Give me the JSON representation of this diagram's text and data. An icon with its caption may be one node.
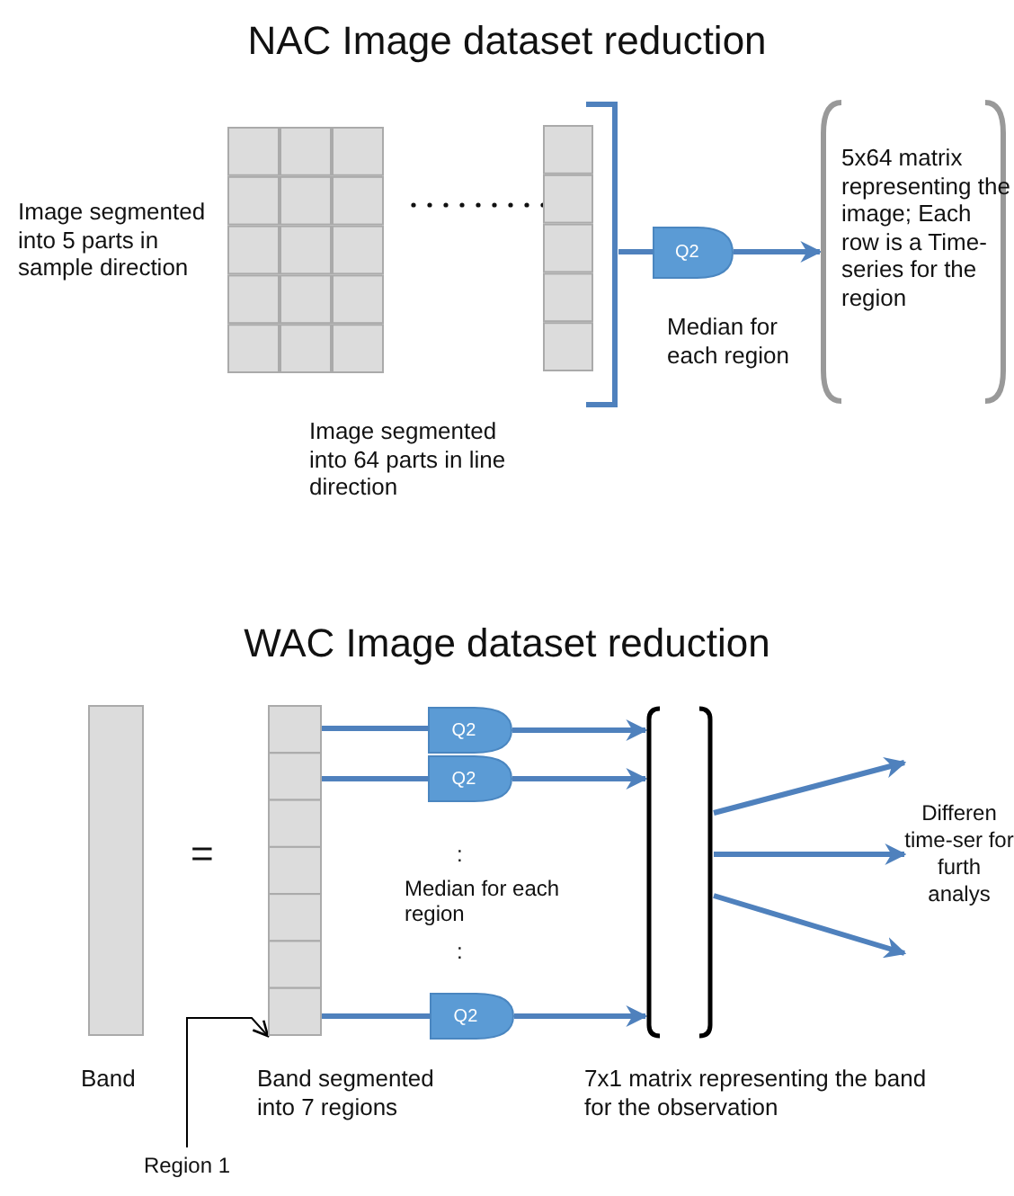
{
  "diagram": {
    "nodes": [
      {
        "text": [],
        "shape": "bar"
      },
      {
        "text": [
          "Q2"
        ]
      },
      {
        "text": [
          "5x64 matrix representing the image; Each row is a Time-series for the region"
        ]
      },
      {
        "text": [],
        "shape": "bar",
        "beside": [
          "Band"
        ]
      },
      {
        "text": [],
        "shape": "bar",
        "beside": [
          "Band segmented into 7 regions"
        ]
      },
      {
        "text": [
          "Q2"
        ]
      },
      {
        "text": [
          "Q2"
        ]
      },
      {
        "text": [
          "Q2"
        ]
      },
      {
        "text": [],
        "shape": "bracket",
        "beside": [
          "7x1 matrix representing the band for the observation"
        ]
      },
      {
        "text": [
          "Differen time-ser for furth analys"
        ]
      },
      {
        "text": [
          "Region 1"
        ]
      }
    ],
    "edges": [
      {
        "from": 0,
        "to": 1,
        "arrow": "none"
      },
      {
        "from": 1,
        "to": 2,
        "arrow": "to"
      },
      {
        "from": 4,
        "to": 5,
        "arrow": "none"
      },
      {
        "from": 4,
        "to": 6,
        "arrow": "none"
      },
      {
        "from": 4,
        "to": 7,
        "arrow": "none"
      },
      {
        "from": 5,
        "to": 8,
        "arrow": "to"
      },
      {
        "from": 6,
        "to": 8,
        "arrow": "to"
      },
      {
        "from": 7,
        "to": 8,
        "arrow": "to"
      },
      {
        "from": 8,
        "to": 9,
        "arrow": "to"
      },
      {
        "from": 8,
        "to": 9,
        "arrow": "to"
      },
      {
        "from": 8,
        "to": 9,
        "arrow": "to"
      },
      {
        "from": 10,
        "to": 4,
        "arrow": "to",
        "color": "#000000"
      }
    ],
    "labels": [
      "NAC  Image dataset reduction",
      "Image segmented into 5 parts in sample direction",
      "Median  for each region",
      "Image segmented into 64 parts in line direction",
      "WAC  Image dataset reduction",
      "=",
      ":",
      "Median  for each region",
      ":"
    ]
  }
}
